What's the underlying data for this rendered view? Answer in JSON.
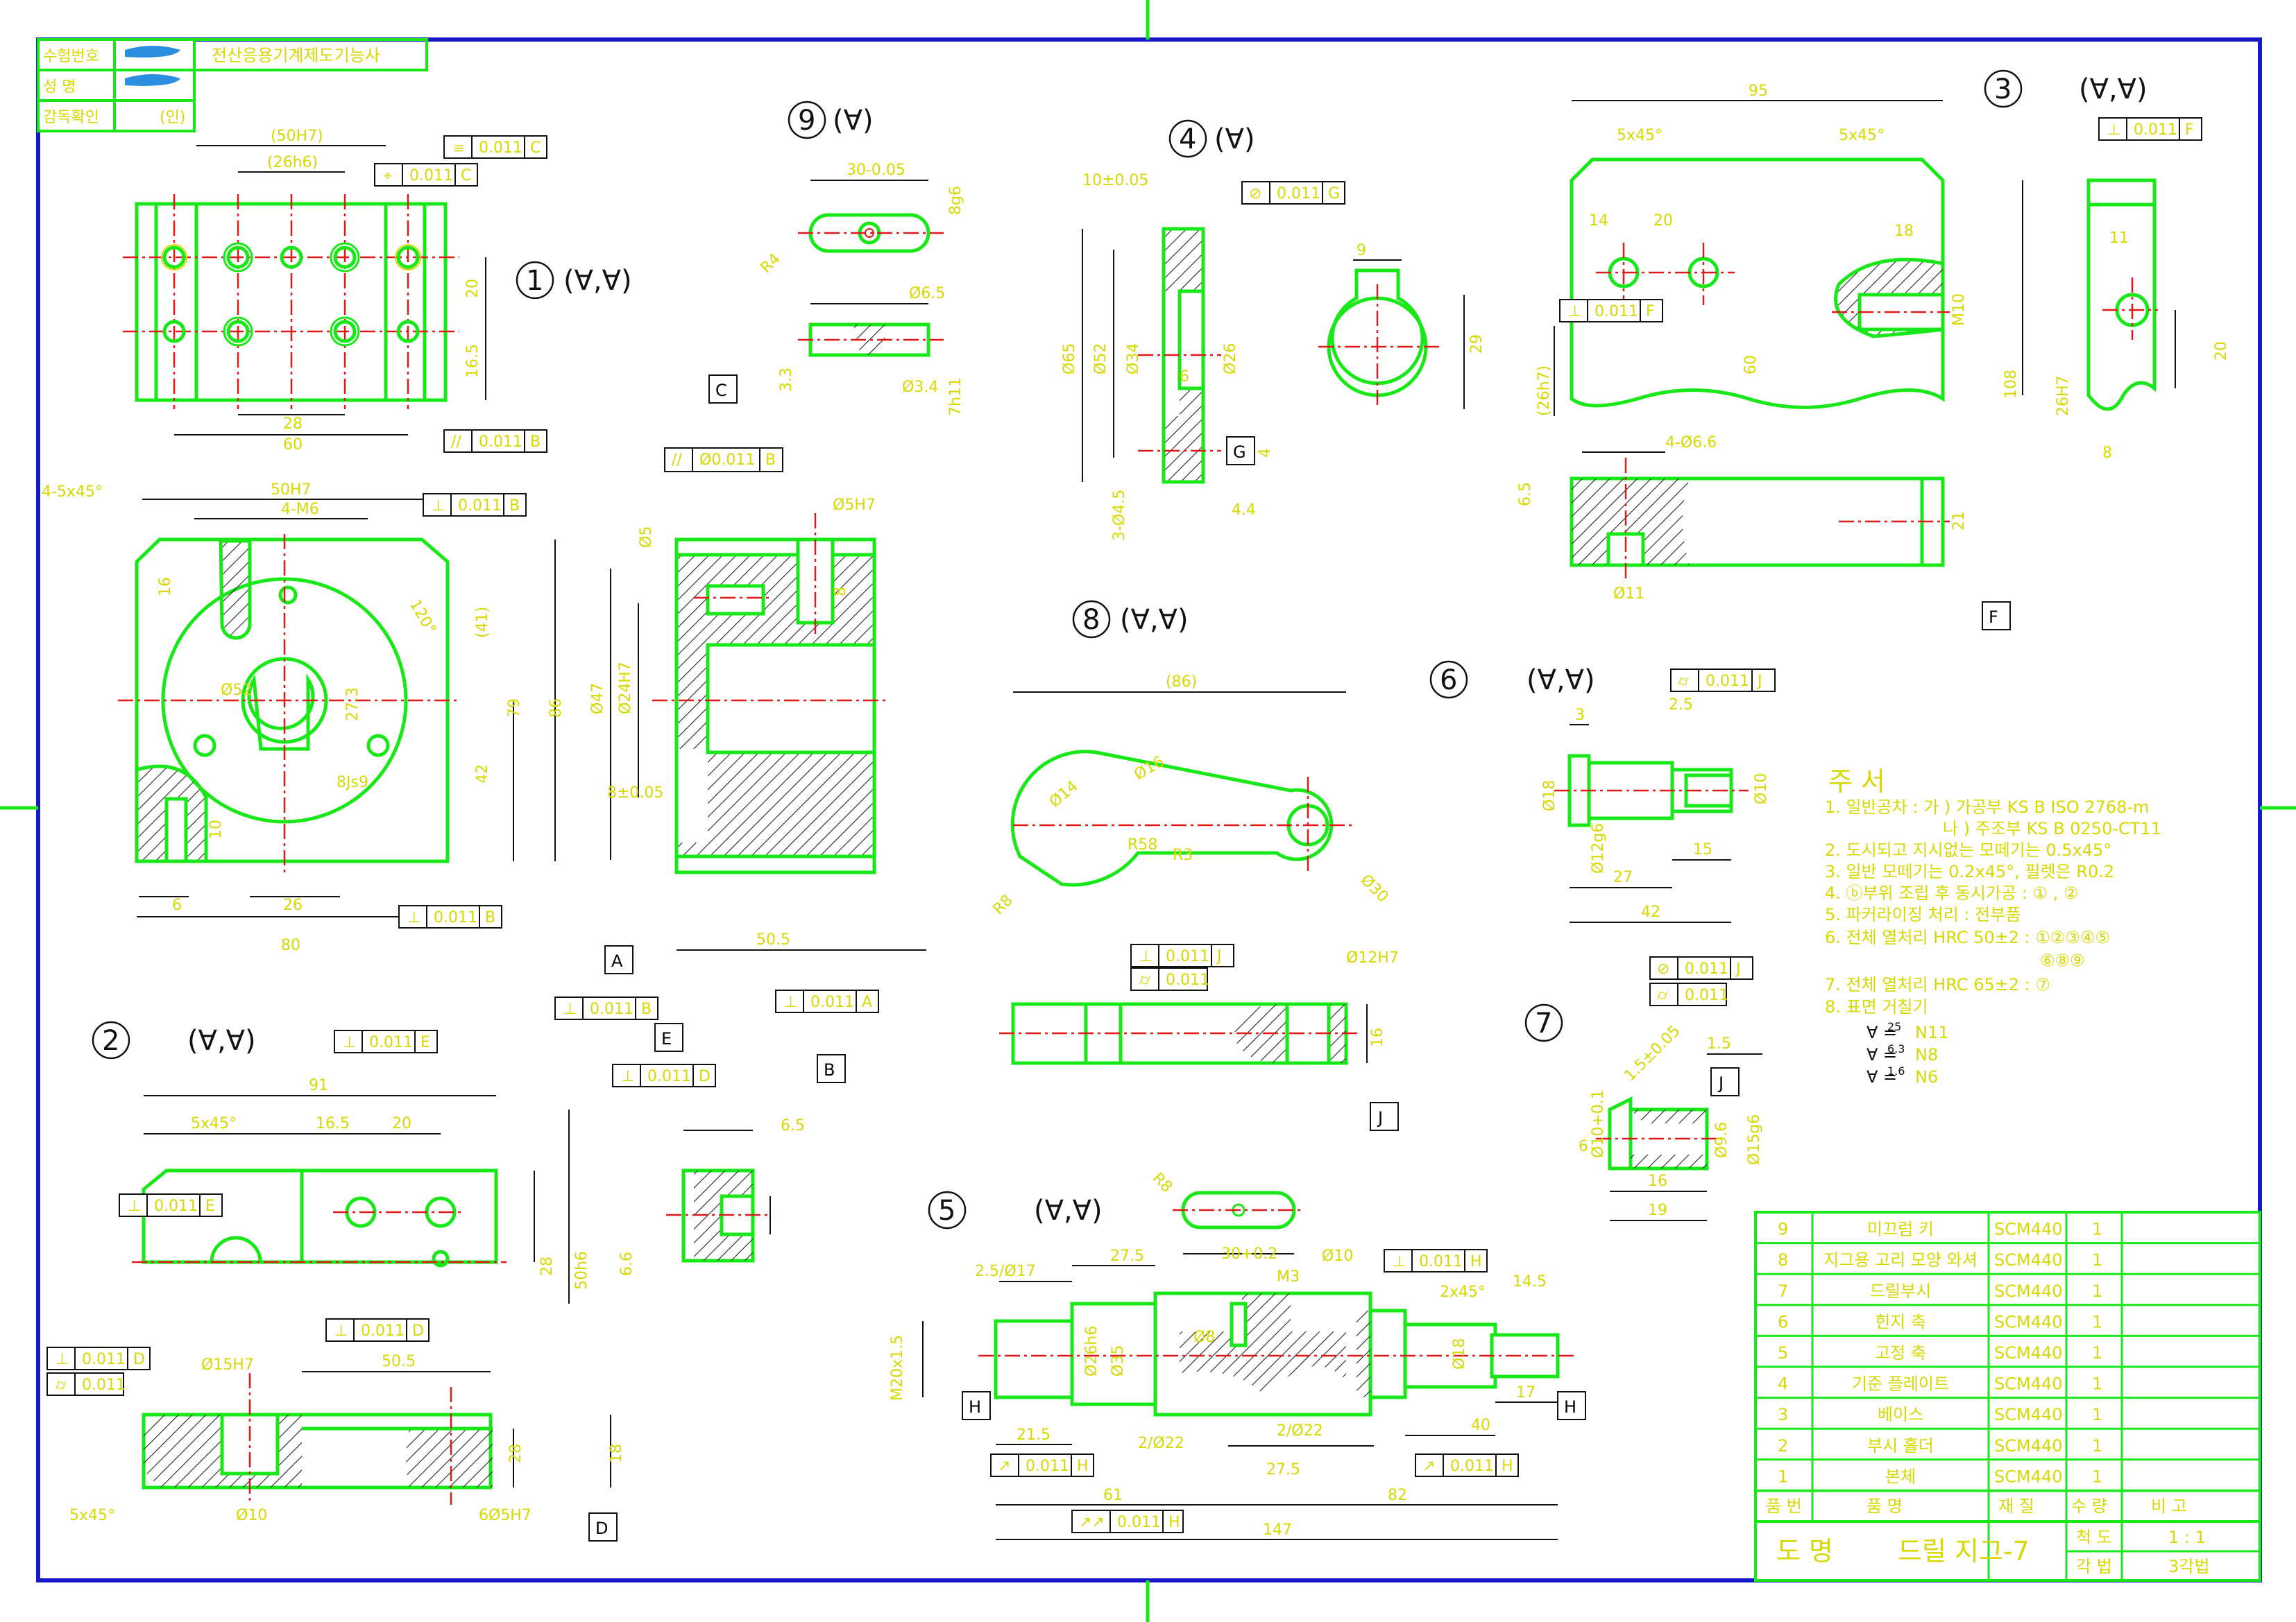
{
  "header": {
    "exam_no_label": "수험번호",
    "name_label": "성 명",
    "supervisor_label": "감독확인",
    "seal": "(인)",
    "exam_title": "전산응용기계제도기능사"
  },
  "views": [
    {
      "no": "1",
      "spec": "(∀,∀)",
      "sub": "w",
      "x": "x",
      "y": "y"
    },
    {
      "no": "2",
      "spec": "(∀,∀)",
      "sub": "w",
      "x": "x",
      "y": "y"
    },
    {
      "no": "3",
      "spec": "(∀,∀)",
      "sub": "w",
      "x": "x",
      "y": "y"
    },
    {
      "no": "4",
      "spec": "(∀)",
      "sub": "w",
      "y": "y"
    },
    {
      "no": "5",
      "spec": "(∀,∀)",
      "sub": "w",
      "x": "x",
      "y": "y"
    },
    {
      "no": "6",
      "spec": "(∀,∀)",
      "sub": "w",
      "x": "x",
      "y": "y"
    },
    {
      "no": "7",
      "spec": "",
      "sub": "y"
    },
    {
      "no": "8",
      "spec": "(∀,∀)",
      "sub": "w",
      "x": "x",
      "y": "y"
    },
    {
      "no": "9",
      "spec": "(∀)",
      "sub": "w",
      "x": "x"
    }
  ],
  "datums": [
    "A",
    "B",
    "C",
    "D",
    "E",
    "F",
    "G",
    "H",
    "H",
    "J",
    "J"
  ],
  "tolerances": {
    "flat": "0.011",
    "c": "C",
    "b": "B",
    "e": "E",
    "a": "A",
    "d": "D",
    "f": "F",
    "g": "G",
    "h": "H",
    "j": "J",
    "phi_c": "Ø0.011"
  },
  "dims_v1": {
    "d50h7": "(50H7)",
    "d26h6": "(26h6)",
    "d20": "20",
    "d165": "16.5",
    "d28": "28",
    "d60": "60",
    "d4c": "4-5x45°",
    "d50h7b": "50H7",
    "d4m6": "4-M6",
    "d16": "16",
    "d41": "(41)",
    "d79": "79",
    "d86": "86",
    "d42": "42",
    "d120": "120°",
    "d52": "Ø52",
    "d8js9": "8Js9",
    "d27": "27.3",
    "d6": "6",
    "d26": "26",
    "d80": "80",
    "d10": "10"
  },
  "dims_c": {
    "d5h7": "Ø5H7",
    "d47": "Ø47",
    "d24h7": "Ø24H7",
    "d505": "50.5",
    "d8": "8",
    "d8b": "8±0.05",
    "d45": "Ø5"
  },
  "dims_v2": {
    "d91": "91",
    "d5x45": "5x45°",
    "d165": "16.5",
    "d20": "20",
    "d28": "28",
    "d50h6": "50h6",
    "d15h7": "Ø15H7",
    "d505": "50.5",
    "d18": "18",
    "d5x45b": "5x45°",
    "d10": "Ø10",
    "d6h7": "6Ø5H7",
    "d65": "6.5",
    "d66": "6.6",
    "d28b": "28"
  },
  "dims_v9": {
    "d30": "30-0.05",
    "d8g6": "8g6",
    "d12": "R4",
    "d65": "Ø6.5",
    "d34": "Ø3.4",
    "d33": "3.3",
    "d7h11": "7h11"
  },
  "dims_v4": {
    "d10": "10±0.05",
    "d65": "Ø65",
    "d52": "Ø52",
    "d34": "Ø34",
    "d26": "Ø26",
    "d6": "6",
    "d9": "9",
    "d29": "29",
    "d3": "3-Ø4.5",
    "d44": "4.4",
    "d40": "4"
  },
  "dims_v8": {
    "d86": "(86)",
    "d14": "Ø14",
    "d16": "Ø16",
    "r58": "R58",
    "r3": "R3",
    "r8": "R8",
    "d30": "Ø30",
    "d12h7": "Ø12H7",
    "d16b": "16"
  },
  "dims_v5": {
    "d25": "2.5/Ø17",
    "d275": "27.5",
    "d30": "30+0.2",
    "d10": "Ø10",
    "m3": "M3",
    "d2x45": "2x45°",
    "d145": "14.5",
    "m20": "M20x1.5",
    "d215": "21.5",
    "d22": "2/Ø22",
    "d22b": "2/Ø22",
    "d275b": "27.5",
    "d40": "40",
    "d17": "17",
    "d61": "61",
    "d82": "82",
    "d147": "147",
    "d18": "Ø18",
    "d35": "Ø35",
    "d8": "Ø8",
    "r8": "R8",
    "d26": "Ø26h6"
  },
  "dims_v3": {
    "d95": "95",
    "d5x45": "5x45°",
    "d5x45b": "5x45°",
    "d14": "14",
    "d20": "20",
    "d18": "18",
    "m10": "M10",
    "d60": "60",
    "d26h7": "(26h7)",
    "d108": "108",
    "d466": "4-Ø6.6",
    "d65": "6.5",
    "d21": "21",
    "d11": "Ø11",
    "d11b": "11",
    "d20b": "20",
    "d26h7b": "26H7",
    "d8": "8"
  },
  "dims_v6": {
    "d3": "3",
    "d25": "2.5",
    "d18": "Ø18",
    "d10": "Ø10",
    "d12g6": "Ø12g6",
    "d15": "15",
    "d27": "27",
    "d42": "42"
  },
  "dims_v7": {
    "d15": "1.5",
    "d16": "16",
    "d19": "19",
    "d10": "Ø10+0.1",
    "d15g6": "Ø15g6",
    "d90": "Ø9.6",
    "d6": "6",
    "d1504": "1.5±0.05"
  },
  "notes": {
    "title": "주 서",
    "lines": [
      "1. 일반공차 : 가 ) 가공부 KS B ISO 2768-m",
      "나 ) 주조부 KS B 0250-CT11",
      "2. 도시되고 지시없는 모떼기는 0.5x45°",
      "3. 일반 모떼기는 0.2x45°, 필렛은 R0.2",
      "4. ⓑ부위 조립 후 동시가공 : ① , ②",
      "5. 파커라이징 처리 : 전부품",
      "6. 전체 열처리 HRC 50±2 : ①②③④⑤",
      "⑥⑧⑨",
      "7. 전체 열처리 HRC 65±2 : ⑦",
      "8. 표면 거칠기"
    ],
    "roughness": [
      {
        "sym": "w",
        "val": "N11",
        "ra": "25"
      },
      {
        "sym": "x",
        "val": "N8",
        "ra": "6.3"
      },
      {
        "sym": "y",
        "val": "N6",
        "ra": "1.6"
      }
    ]
  },
  "parts_table": {
    "rows": [
      {
        "no": "9",
        "name": "미끄럼 키",
        "mat": "SCM440",
        "qty": "1",
        "note": ""
      },
      {
        "no": "8",
        "name": "지그용 고리 모양 와셔",
        "mat": "SCM440",
        "qty": "1",
        "note": ""
      },
      {
        "no": "7",
        "name": "드릴부시",
        "mat": "SCM440",
        "qty": "1",
        "note": ""
      },
      {
        "no": "6",
        "name": "힌지 축",
        "mat": "SCM440",
        "qty": "1",
        "note": ""
      },
      {
        "no": "5",
        "name": "고정 축",
        "mat": "SCM440",
        "qty": "1",
        "note": ""
      },
      {
        "no": "4",
        "name": "기준 플레이트",
        "mat": "SCM440",
        "qty": "1",
        "note": ""
      },
      {
        "no": "3",
        "name": "베이스",
        "mat": "SCM440",
        "qty": "1",
        "note": ""
      },
      {
        "no": "2",
        "name": "부시 홀더",
        "mat": "SCM440",
        "qty": "1",
        "note": ""
      },
      {
        "no": "1",
        "name": "본체",
        "mat": "SCM440",
        "qty": "1",
        "note": ""
      }
    ],
    "header": {
      "no": "품 번",
      "name": "품 명",
      "mat": "재 질",
      "qty": "수 량",
      "note": "비 고"
    },
    "title_label": "도 명",
    "title": "드릴 지그-7",
    "scale_label": "척 도",
    "scale": "1 : 1",
    "proj_label": "각 법",
    "proj": "3각법"
  },
  "colors": {
    "frame": "#1818c8",
    "outline": "#18e818",
    "center": "#e01818",
    "dimension": "#d8d800",
    "annotation": "#111111"
  }
}
